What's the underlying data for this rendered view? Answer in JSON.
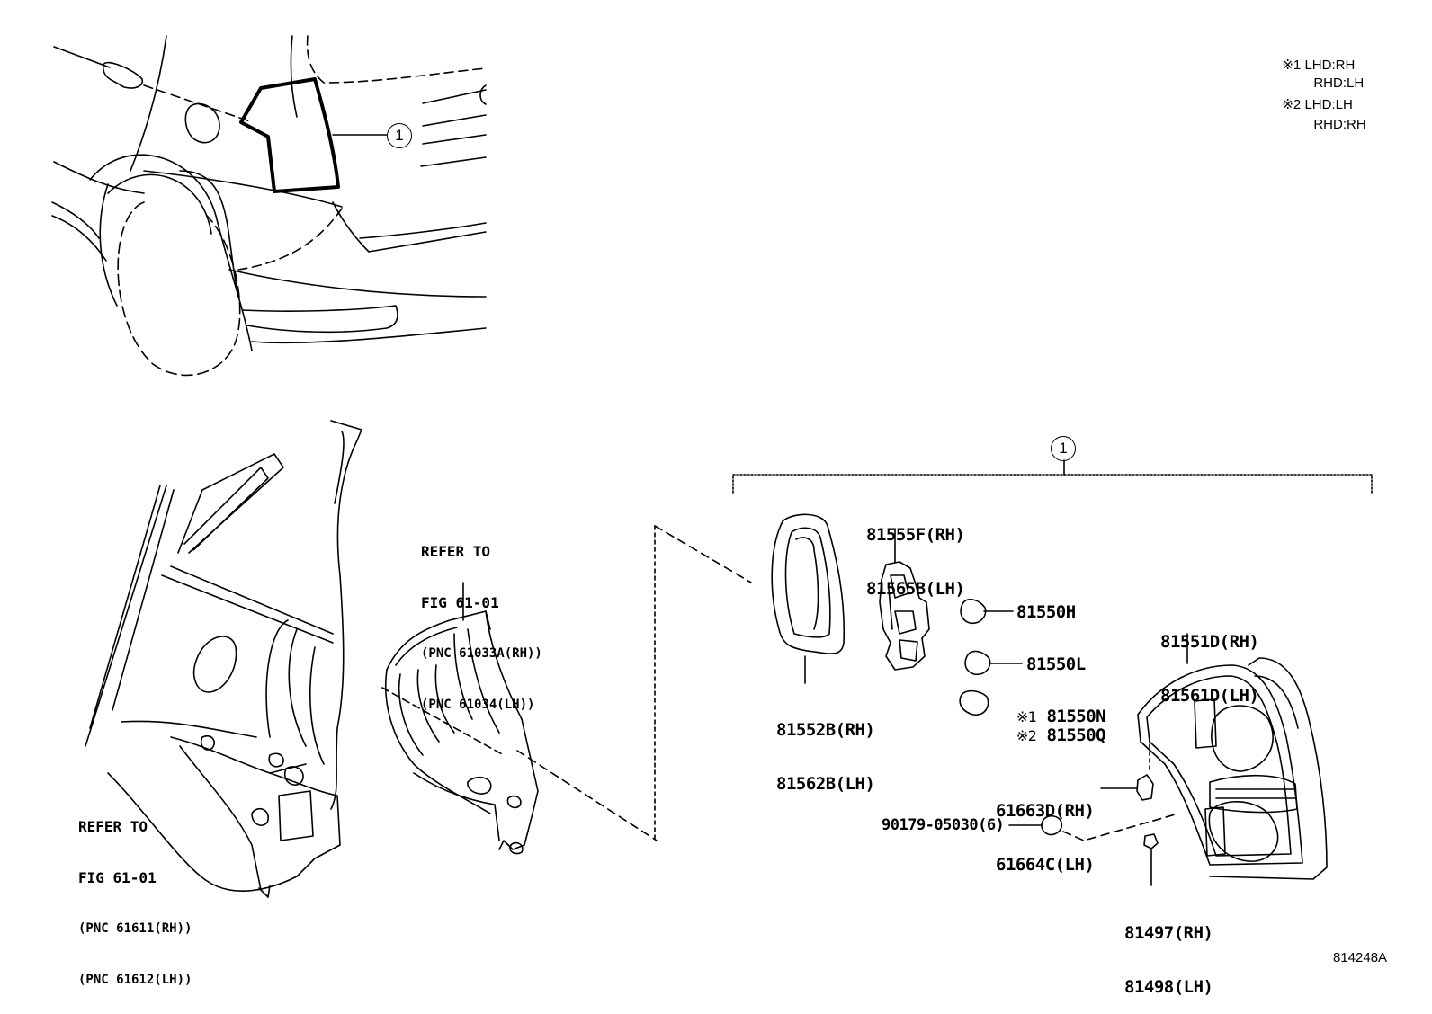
{
  "notes": [
    {
      "mark": "※1",
      "line1": "LHD:RH",
      "line2": "RHD:LH"
    },
    {
      "mark": "※2",
      "line1": "LHD:LH",
      "line2": "RHD:RH"
    }
  ],
  "callouts": {
    "vehicle_callout": "1",
    "assembly_bracket_callout": "1"
  },
  "refer_upper": {
    "line1": "REFER TO",
    "line2": "FIG 61-01",
    "pnc1": "(PNC 61033A(RH))",
    "pnc2": "(PNC 61034(LH))"
  },
  "refer_lower": {
    "line1": "REFER TO",
    "line2": "FIG 61-01",
    "pnc1": "(PNC 61611(RH))",
    "pnc2": "(PNC 61612(LH))"
  },
  "parts": {
    "socket_rh": "81555F(RH)",
    "socket_lh": "81565B(LH)",
    "gasket_rh": "81552B(RH)",
    "gasket_lh": "81562B(LH)",
    "bulb_h": "81550H",
    "bulb_l": "81550L",
    "bulb_n_mark": "※1",
    "bulb_n": "81550N",
    "bulb_q_mark": "※2",
    "bulb_q": "81550Q",
    "lens_rh": "81551D(RH)",
    "lens_lh": "81561D(LH)",
    "clip_rh": "61663D(RH)",
    "clip_lh": "61664C(LH)",
    "nut": "90179-05030(6)",
    "retainer_rh": "81497(RH)",
    "retainer_lh": "81498(LH)"
  },
  "figure_id": "814248A"
}
